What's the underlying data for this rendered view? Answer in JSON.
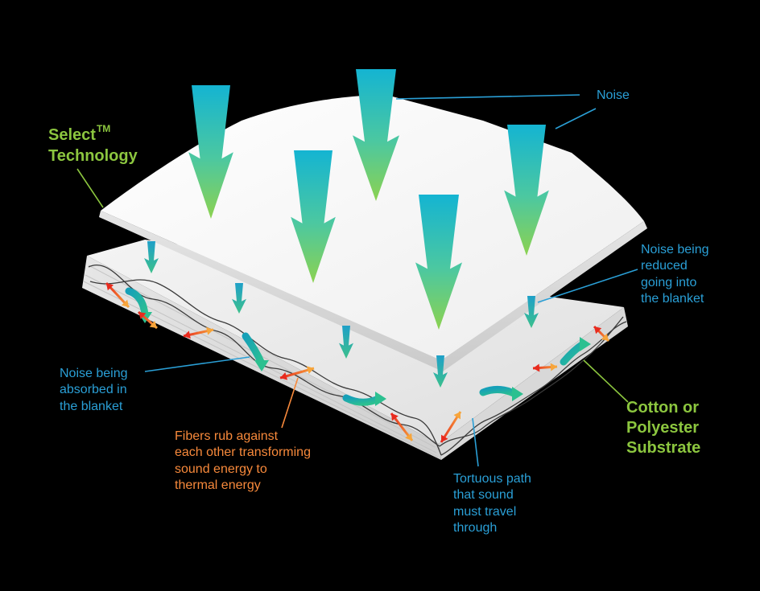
{
  "colors": {
    "background": "#000000",
    "label_blue": "#2a9fd6",
    "label_orange": "#f7893b",
    "label_green": "#8cc63f",
    "arrow_top": "#14b4d2",
    "arrow_bottom": "#8cd250",
    "heat_arrow_start": "#e82a1e",
    "heat_arrow_end": "#f7a53b"
  },
  "labels": {
    "noise": "Noise",
    "select_technology": {
      "line1": "Select",
      "trademark": "TM",
      "line2": "Technology"
    },
    "noise_reduced": "Noise being\nreduced\ngoing into\nthe blanket",
    "noise_absorbed": "Noise being\nabsorbed in\nthe blanket",
    "fibers_rub": "Fibers rub against\neach other transforming\nsound energy to\nthermal energy",
    "tortuous_path": "Tortuous path\nthat sound\nmust travel\nthrough",
    "substrate": "Cotton or\nPolyester\nSubstrate"
  },
  "icons": {
    "noise_arrow": "down-arrow-icon",
    "small_noise_arrow": "small-down-arrow-icon",
    "heat_arrow": "double-headed-arrow-icon",
    "curved_arrow": "curved-arrow-icon"
  }
}
